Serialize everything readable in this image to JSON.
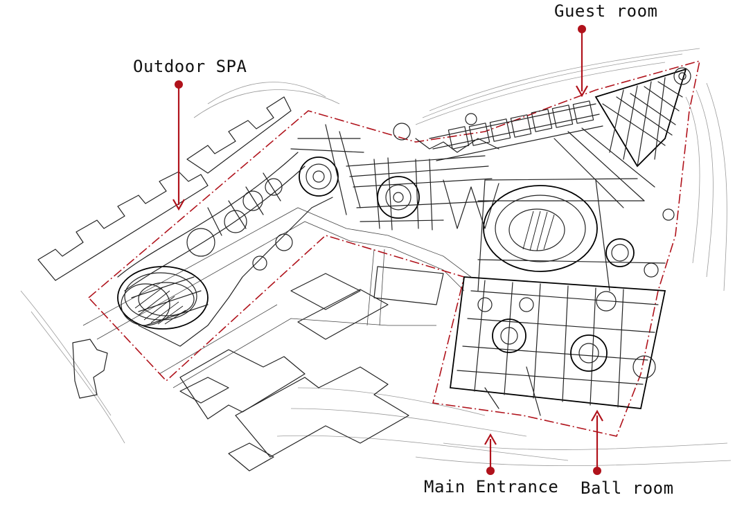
{
  "labels": {
    "guest_room": "Guest room",
    "outdoor_spa": "Outdoor SPA",
    "main_entrance": "Main Entrance",
    "ball_room": "Ball room"
  },
  "colors": {
    "accent_red": "#b0121b",
    "ink": "#111111",
    "contour": "#9a9a9a",
    "background": "#ffffff"
  }
}
